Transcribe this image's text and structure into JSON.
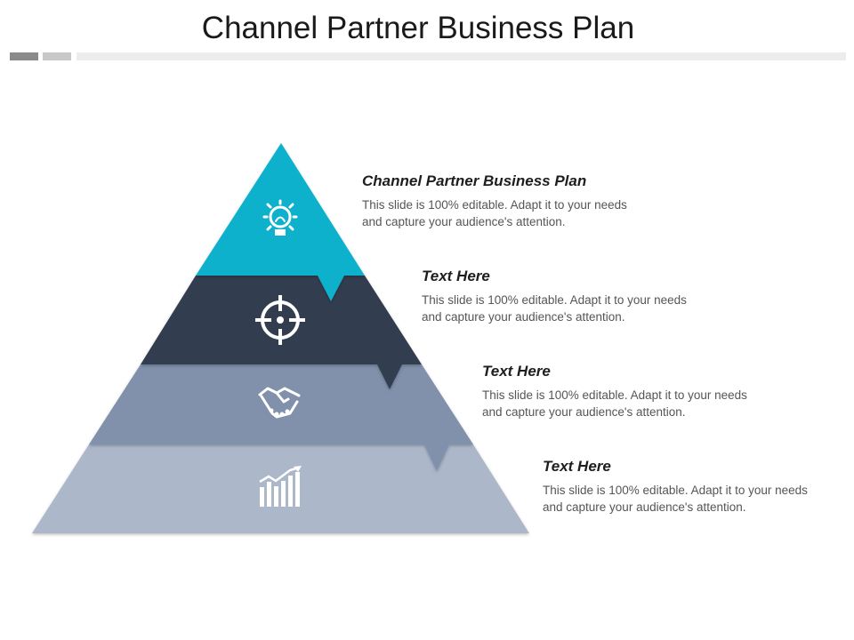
{
  "slide": {
    "title": "Channel Partner Business Plan"
  },
  "layers": [
    {
      "heading": "Channel Partner Business Plan",
      "body": "This slide is 100% editable. Adapt it to your needs and capture your audience's attention.",
      "color": "#0cb1cc",
      "icon": "lightbulb-gear-icon"
    },
    {
      "heading": "Text Here",
      "body": "This slide is 100% editable. Adapt it to your needs and capture your audience's attention.",
      "color": "#333e4f",
      "icon": "target-crosshair-icon"
    },
    {
      "heading": "Text Here",
      "body": "This slide is 100% editable. Adapt it to your needs and capture your audience's attention.",
      "color": "#8191ab",
      "icon": "handshake-icon"
    },
    {
      "heading": "Text Here",
      "body": "This slide is 100% editable. Adapt it to your needs and capture your audience's attention.",
      "color": "#acb7ca",
      "icon": "growth-chart-icon"
    }
  ]
}
